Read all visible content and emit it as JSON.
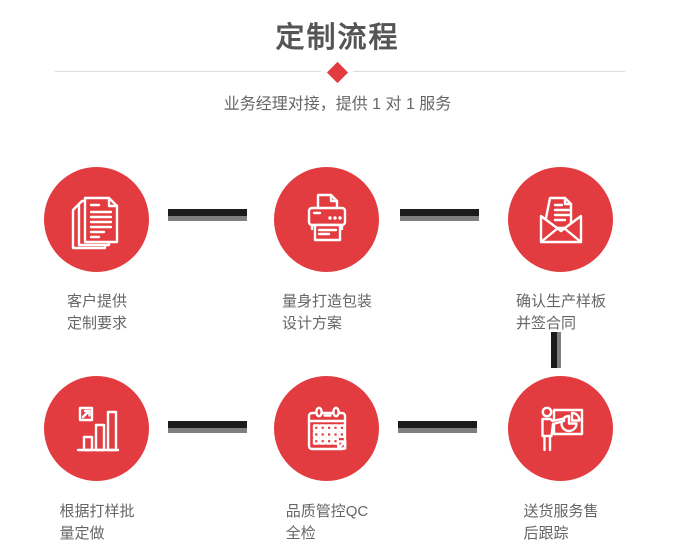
{
  "header": {
    "title": "定制流程",
    "subtitle": "业务经理对接，提供 1 对 1 服务"
  },
  "steps": [
    {
      "icon": "documents-icon",
      "line1": "客户提供",
      "line2": "定制要求"
    },
    {
      "icon": "printer-icon",
      "line1": "量身打造包装",
      "line2": "设计方案"
    },
    {
      "icon": "envelope-icon",
      "line1": "确认生产样板",
      "line2": "并签合同"
    },
    {
      "icon": "bar-chart-icon",
      "line1": "根据打样批",
      "line2": "量定做"
    },
    {
      "icon": "calendar-icon",
      "line1": "品质管控QC",
      "line2": "全检"
    },
    {
      "icon": "presentation-icon",
      "line1": "送货服务售",
      "line2": "后跟踪"
    }
  ],
  "colors": {
    "accent_red": "#e23c40",
    "title_text": "#555555",
    "body_text": "#666666",
    "divider": "#dddddd",
    "connector_dark": "#1b1b1b",
    "connector_gray": "#7e7e7e"
  }
}
